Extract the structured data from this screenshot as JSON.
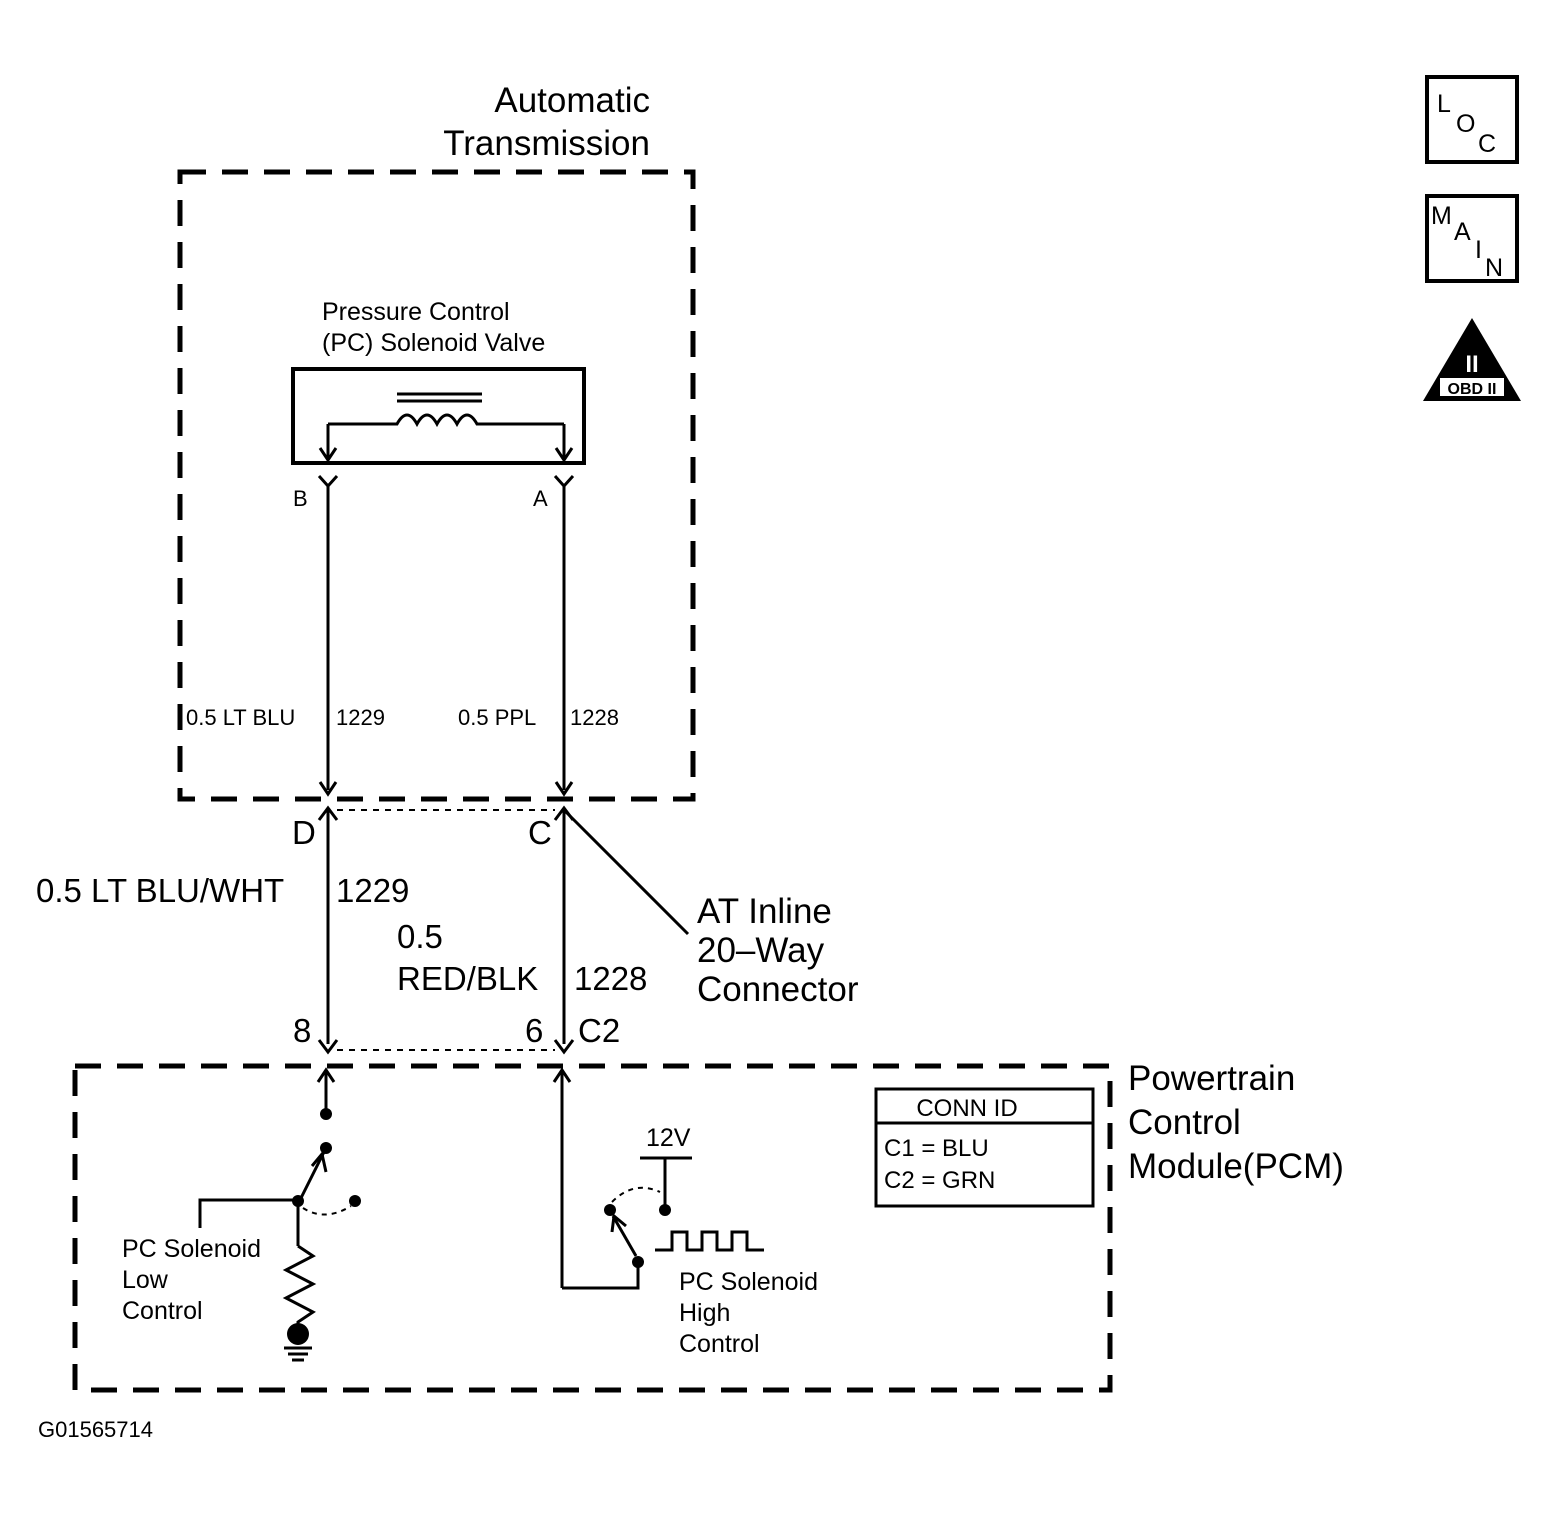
{
  "transmission": {
    "title_line1": "Automatic",
    "title_line2": "Transmission",
    "solenoid_line1": "Pressure Control",
    "solenoid_line2": "(PC) Solenoid Valve",
    "pin_b": "B",
    "pin_a": "A",
    "wire_left": "0.5 LT BLU",
    "wire_left_circuit": "1229",
    "wire_right": "0.5 PPL",
    "wire_right_circuit": "1228"
  },
  "inline_connector": {
    "pin_d": "D",
    "pin_c": "C",
    "label_line1": "AT Inline",
    "label_line2": "20–Way",
    "label_line3": "Connector"
  },
  "harness": {
    "left_wire": "0.5 LT BLU/WHT",
    "left_circuit": "1229",
    "right_wire_line1": "0.5",
    "right_wire_line2": "RED/BLK",
    "right_circuit": "1228"
  },
  "pcm": {
    "pin_8": "8",
    "pin_6": "6",
    "connector": "C2",
    "title_line1": "Powertrain",
    "title_line2": "Control",
    "title_line3": "Module(PCM)",
    "low_control_line1": "PC Solenoid",
    "low_control_line2": "Low",
    "low_control_line3": "Control",
    "high_control_line1": "PC Solenoid",
    "high_control_line2": "High",
    "high_control_line3": "Control",
    "supply": "12V"
  },
  "conn_id": {
    "header": "CONN ID",
    "row1": "C1 = BLU",
    "row2": "C2 = GRN"
  },
  "icons": {
    "loc": [
      "L",
      "O",
      "C"
    ],
    "main": [
      "M",
      "A",
      "I",
      "N"
    ],
    "obd_numeral": "II",
    "obd_label": "OBD II"
  },
  "figure_id": "G01565714"
}
